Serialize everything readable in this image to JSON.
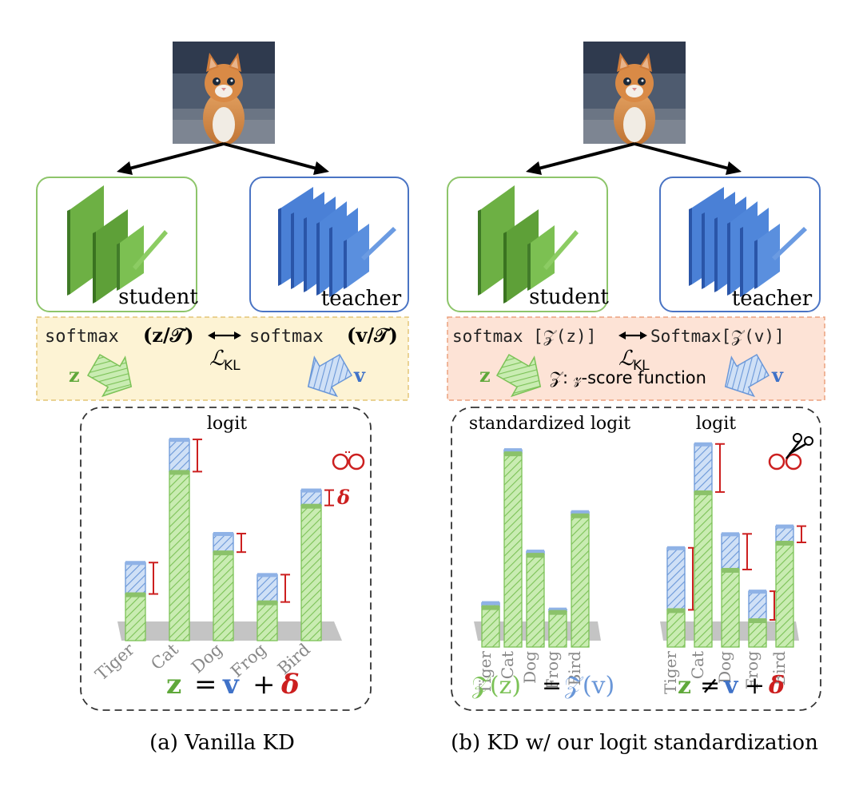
{
  "colors": {
    "student_green": "#5fa83a",
    "teacher_blue": "#3f72c8",
    "delta_red": "#cc1f1f",
    "formula_bg_a": "#fdf3d4",
    "formula_bg_b": "#fde3d6"
  },
  "panel_a": {
    "image_icon": "kitten-photo",
    "student_label": "student",
    "teacher_label": "teacher",
    "formula_left_fn": "softmax",
    "formula_left_arg": "(z/𝒯)",
    "formula_right_fn": "softmax",
    "formula_right_arg": "(v/𝒯)",
    "loss_script": "ℒ",
    "loss_sub": "KL",
    "arrow_label_z": "z",
    "arrow_label_v": "v",
    "chart_title": "logit",
    "delta_label": "δ",
    "equation": {
      "z": "z",
      "eq": "=",
      "v": "v",
      "plus": "+",
      "delta": "δ"
    },
    "caption": "(a) Vanilla KD",
    "handcuff_icon": "handcuffs-icon"
  },
  "panel_b": {
    "image_icon": "kitten-photo",
    "student_label": "student",
    "teacher_label": "teacher",
    "formula_left": "softmax [𝒵(z)]",
    "formula_right": "Softmax[𝒵(v)]",
    "loss_script": "ℒ",
    "loss_sub": "KL",
    "arrow_label_z": "z",
    "arrow_label_v": "v",
    "zscore_note": "𝒵: 𝓏-score function",
    "chart1_title": "standardized logit",
    "chart2_title": "logit",
    "equation_left": {
      "zl": "𝒵(z)",
      "eq": "=",
      "zr": "𝒵(v)"
    },
    "equation_right": {
      "z": "z",
      "neq": "≠",
      "v": "v",
      "plus": "+",
      "delta": "δ"
    },
    "caption": "(b) KD w/ our logit standardization",
    "icon": "cut-handcuffs-icon"
  },
  "chart_data": [
    {
      "type": "bar",
      "title": "logit",
      "categories": [
        "Tiger",
        "Cat",
        "Dog",
        "Frog",
        "Bird"
      ],
      "series": [
        {
          "name": "z",
          "values": [
            58,
            210,
            110,
            48,
            168
          ]
        },
        {
          "name": "v",
          "values": [
            97,
            250,
            133,
            82,
            187
          ]
        }
      ],
      "ylim": [
        0,
        260
      ]
    },
    {
      "type": "bar",
      "title": "standardized logit",
      "categories": [
        "Tiger",
        "Cat",
        "Dog",
        "Frog",
        "Bird"
      ],
      "series": [
        {
          "name": "z",
          "values": [
            50,
            241,
            115,
            44,
            164
          ]
        },
        {
          "name": "v",
          "values": [
            55,
            245,
            119,
            47,
            168
          ]
        }
      ],
      "ylim": [
        0,
        260
      ]
    },
    {
      "type": "bar",
      "title": "logit",
      "categories": [
        "Tiger",
        "Cat",
        "Dog",
        "Frog",
        "Bird"
      ],
      "series": [
        {
          "name": "z",
          "values": [
            48,
            200,
            100,
            35,
            135
          ]
        },
        {
          "name": "v",
          "values": [
            128,
            262,
            146,
            72,
            156
          ]
        }
      ],
      "ylim": [
        0,
        270
      ]
    }
  ]
}
